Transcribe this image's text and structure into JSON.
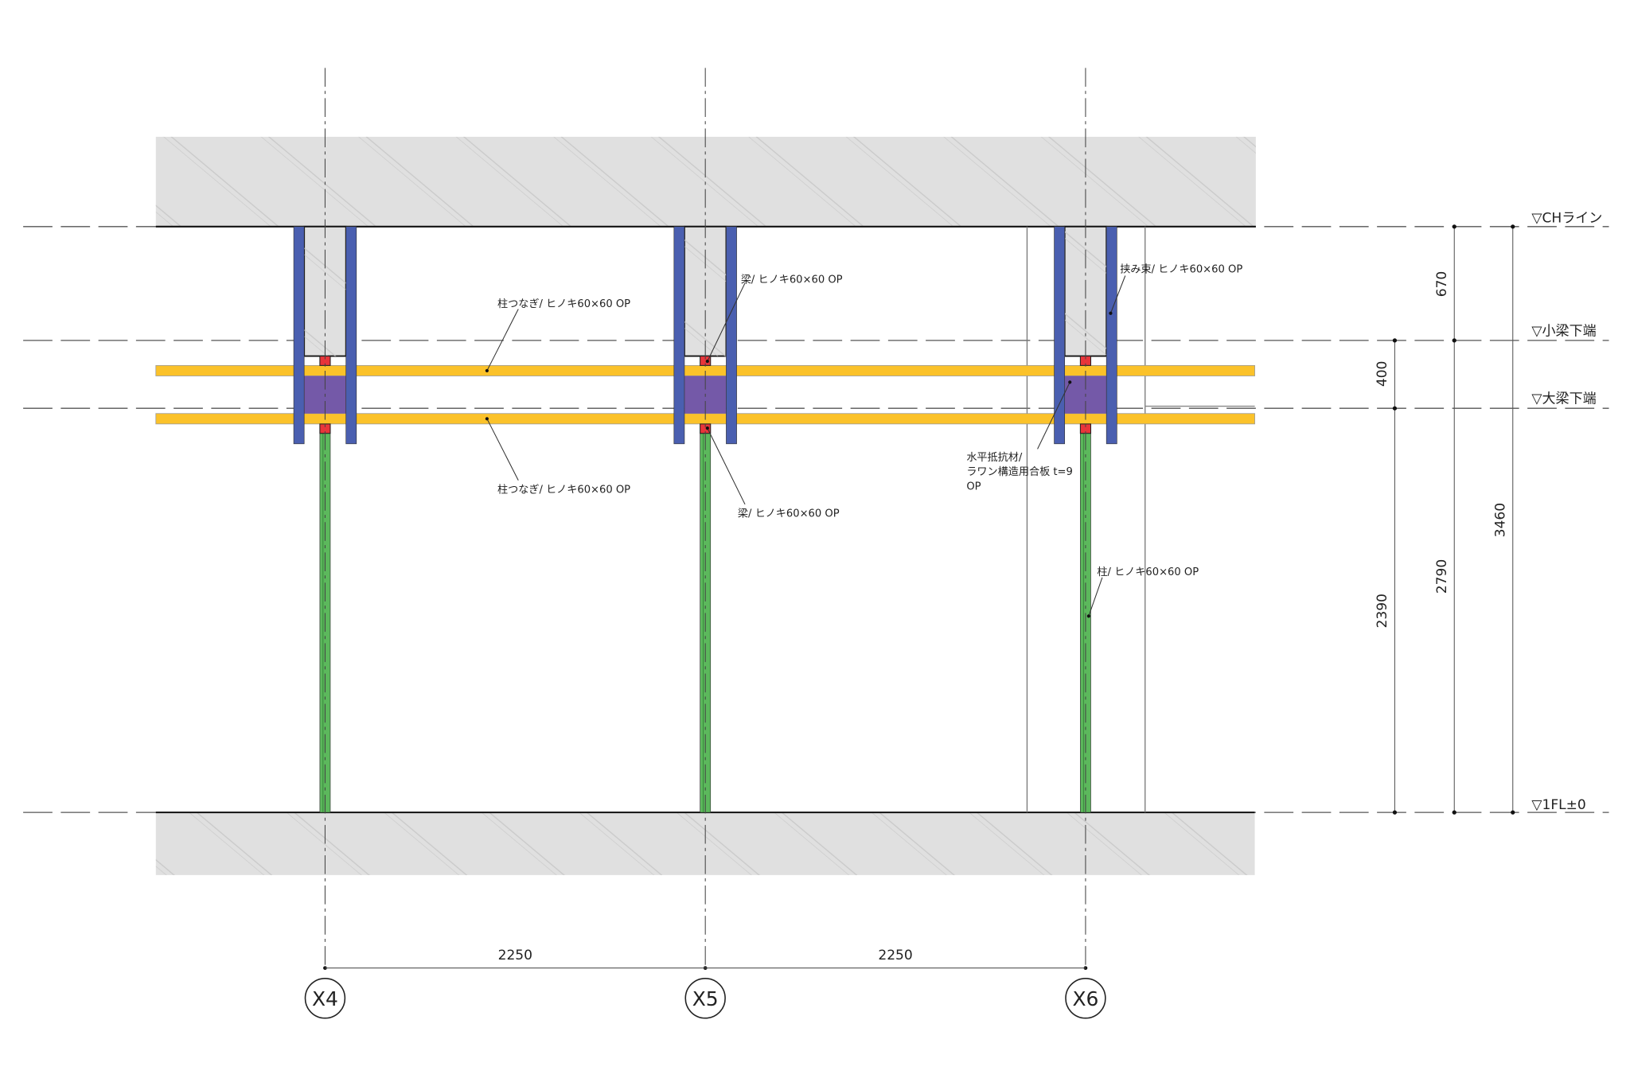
{
  "levels": {
    "ch": "▽CHライン",
    "small_beam": "▽小梁下端",
    "large_beam": "▽大梁下端",
    "floor": "▽1FL±0"
  },
  "dimensions": {
    "d670": "670",
    "d400": "400",
    "d2390": "2390",
    "d2790": "2790",
    "d3460": "3460",
    "span1": "2250",
    "span2": "2250"
  },
  "grids": [
    "X4",
    "X5",
    "X6"
  ],
  "annotations": {
    "tie_upper": "柱つなぎ/ ヒノキ60×60 OP",
    "tie_lower": "柱つなぎ/ ヒノキ60×60 OP",
    "beam_upper": "梁/ ヒノキ60×60 OP",
    "beam_lower": "梁/ ヒノキ60×60 OP",
    "clamp_post": "挟み束/ ヒノキ60×60 OP",
    "brace_line1": "水平抵抗材/",
    "brace_line2": "ラワン構造用合板 t=9",
    "brace_line3": "OP",
    "column": "柱/ ヒノキ60×60 OP"
  },
  "colors": {
    "slab": "#e0e0e0",
    "clamp": "#4a5fb0",
    "tie": "#fbc22a",
    "brace": "#7459a8",
    "beam": "#e8353a",
    "column": "#5cb85c"
  }
}
